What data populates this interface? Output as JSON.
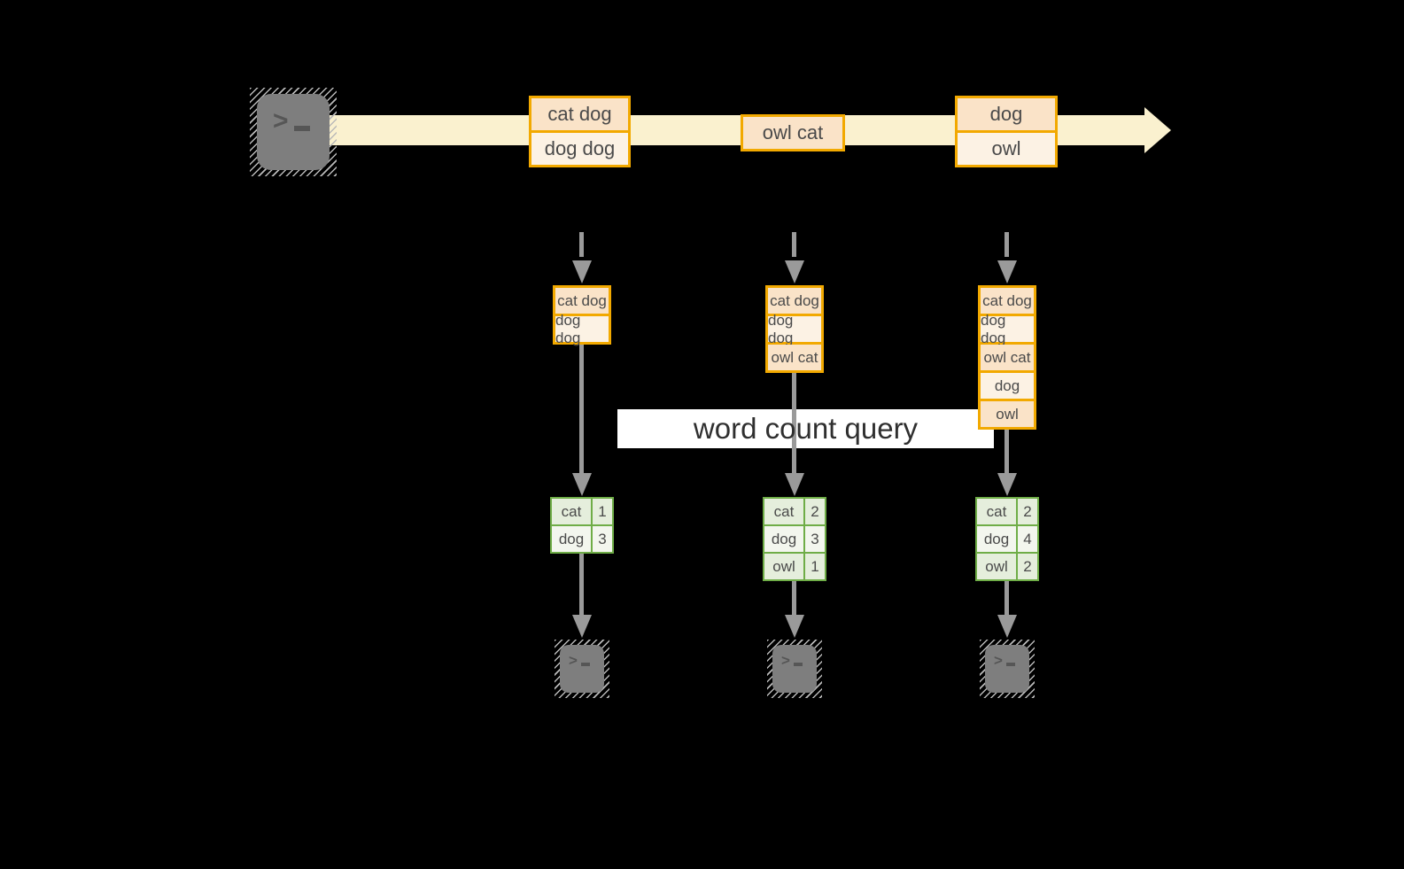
{
  "diagram": {
    "query_label": "word count query",
    "stream": {
      "events": [
        {
          "cells": [
            "cat dog",
            "dog dog"
          ]
        },
        {
          "cells": [
            "owl cat"
          ]
        },
        {
          "cells": [
            "dog",
            "owl"
          ]
        }
      ]
    },
    "columns": [
      {
        "state_cells": [
          "cat dog",
          "dog dog"
        ],
        "counts": [
          [
            "cat",
            "1"
          ],
          [
            "dog",
            "3"
          ]
        ]
      },
      {
        "state_cells": [
          "cat dog",
          "dog dog",
          "owl cat"
        ],
        "counts": [
          [
            "cat",
            "2"
          ],
          [
            "dog",
            "3"
          ],
          [
            "owl",
            "1"
          ]
        ]
      },
      {
        "state_cells": [
          "cat dog",
          "dog dog",
          "owl cat",
          "dog",
          "owl"
        ],
        "counts": [
          [
            "cat",
            "2"
          ],
          [
            "dog",
            "4"
          ],
          [
            "owl",
            "2"
          ]
        ]
      }
    ],
    "icons": {
      "producer": "terminal-prompt",
      "consumer": "terminal-prompt"
    },
    "colors": {
      "background": "#000000",
      "stream_band": "#FAF1CF",
      "box_border_orange": "#F2A900",
      "cell_peach": "#FAE3C8",
      "cell_cream": "#FCF2E4",
      "table_border_green": "#6FAD47",
      "cell_green_light": "#E5EEDC",
      "cell_green_lighter": "#F3F6EE",
      "connector_gray": "#9A9A9A",
      "query_box": "#FFFFFF",
      "text_dark": "#4A4A4A"
    }
  }
}
